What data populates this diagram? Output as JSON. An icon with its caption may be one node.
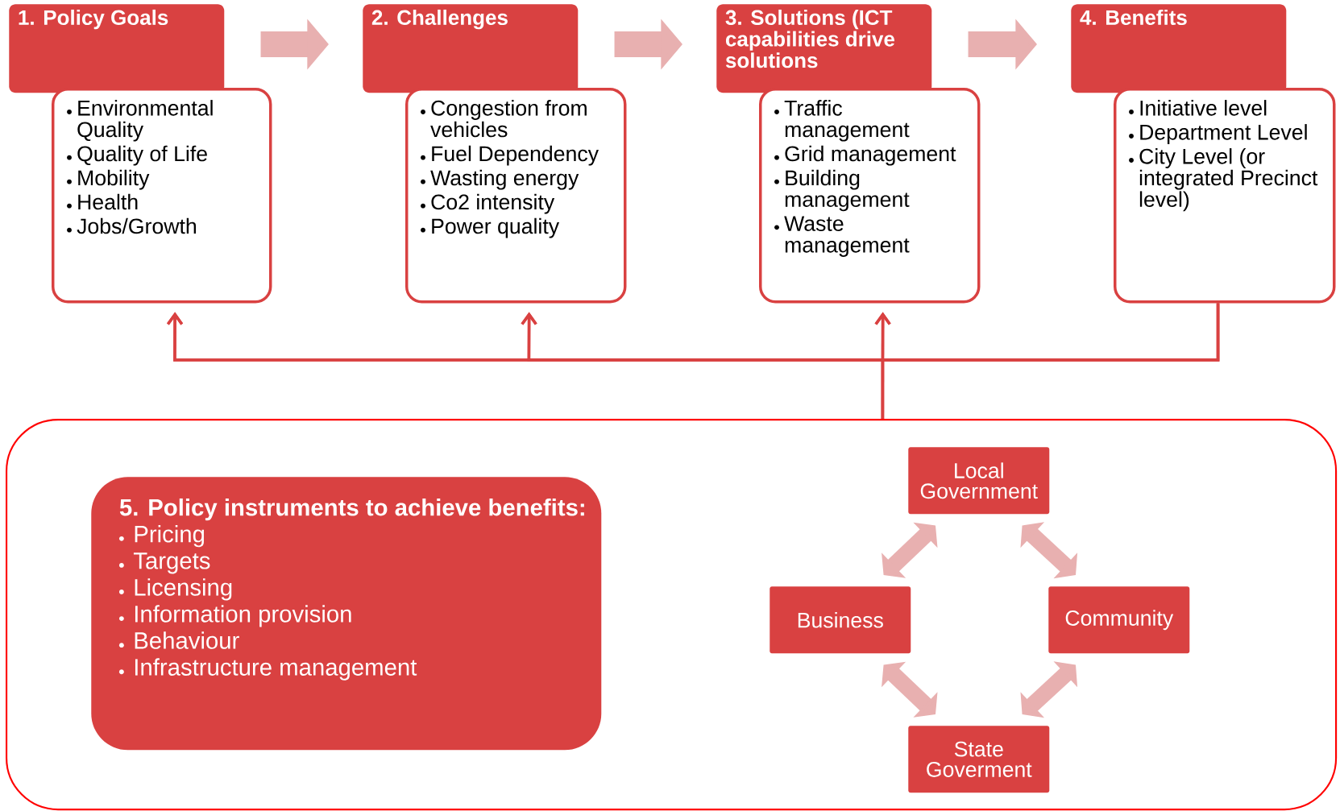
{
  "diagram": {
    "nodes": [
      {
        "text": [
          "1. Policy Goals"
        ]
      },
      {
        "text": [
          "Environmental Quality",
          "Quality of Life",
          "Mobility",
          "Health",
          "Jobs/Growth"
        ]
      },
      {
        "text": [
          "2. Challenges"
        ]
      },
      {
        "text": [
          "Congestion from vehicles",
          "Fuel Dependency",
          "Wasting energy",
          "Co2 intensity",
          "Power quality"
        ]
      },
      {
        "text": [
          "3. Solutions (ICT capabilities drive solutions"
        ]
      },
      {
        "text": [
          "Traffic management",
          "Grid management",
          "Building management",
          "Waste management"
        ]
      },
      {
        "text": [
          "4. Benefits"
        ]
      },
      {
        "text": [
          "Initiative level",
          "Department Level",
          "City Level (or integrated Precinct level)"
        ]
      },
      {
        "text": [],
        "shape": "box"
      },
      {
        "text": [
          "5. Policy instruments to achieve benefits:",
          "Pricing",
          "Targets",
          "Licensing",
          "Information provision",
          "Behaviour",
          "Infrastructure management"
        ],
        "in": 8
      },
      {
        "text": [
          "Local Government"
        ],
        "in": 8
      },
      {
        "text": [
          "Business"
        ],
        "in": 8
      },
      {
        "text": [
          "Community"
        ],
        "in": 8
      },
      {
        "text": [
          "State Goverment"
        ],
        "in": 8
      }
    ],
    "edges": [
      {
        "from": 0,
        "to": 2,
        "arrow": "to",
        "color": "#e8b0b0"
      },
      {
        "from": 2,
        "to": 4,
        "arrow": "to",
        "color": "#e8b0b0"
      },
      {
        "from": 4,
        "to": 6,
        "arrow": "to",
        "color": "#e8b0b0"
      },
      {
        "from": 8,
        "to": 1,
        "arrow": "to",
        "color": "#d94141"
      },
      {
        "from": 8,
        "to": 3,
        "arrow": "to",
        "color": "#d94141"
      },
      {
        "from": 8,
        "to": 5,
        "arrow": "to",
        "color": "#d94141"
      },
      {
        "from": 7,
        "to": 1,
        "arrow": "to",
        "color": "#d94141"
      },
      {
        "from": 7,
        "to": 3,
        "arrow": "to",
        "color": "#d94141"
      },
      {
        "from": 7,
        "to": 5,
        "arrow": "to",
        "color": "#d94141"
      },
      {
        "from": 10,
        "to": 11,
        "arrow": "both",
        "color": "#e8b0b0"
      },
      {
        "from": 10,
        "to": 12,
        "arrow": "both",
        "color": "#e8b0b0"
      },
      {
        "from": 11,
        "to": 13,
        "arrow": "both",
        "color": "#e8b0b0"
      },
      {
        "from": 12,
        "to": 13,
        "arrow": "both",
        "color": "#e8b0b0"
      }
    ]
  }
}
